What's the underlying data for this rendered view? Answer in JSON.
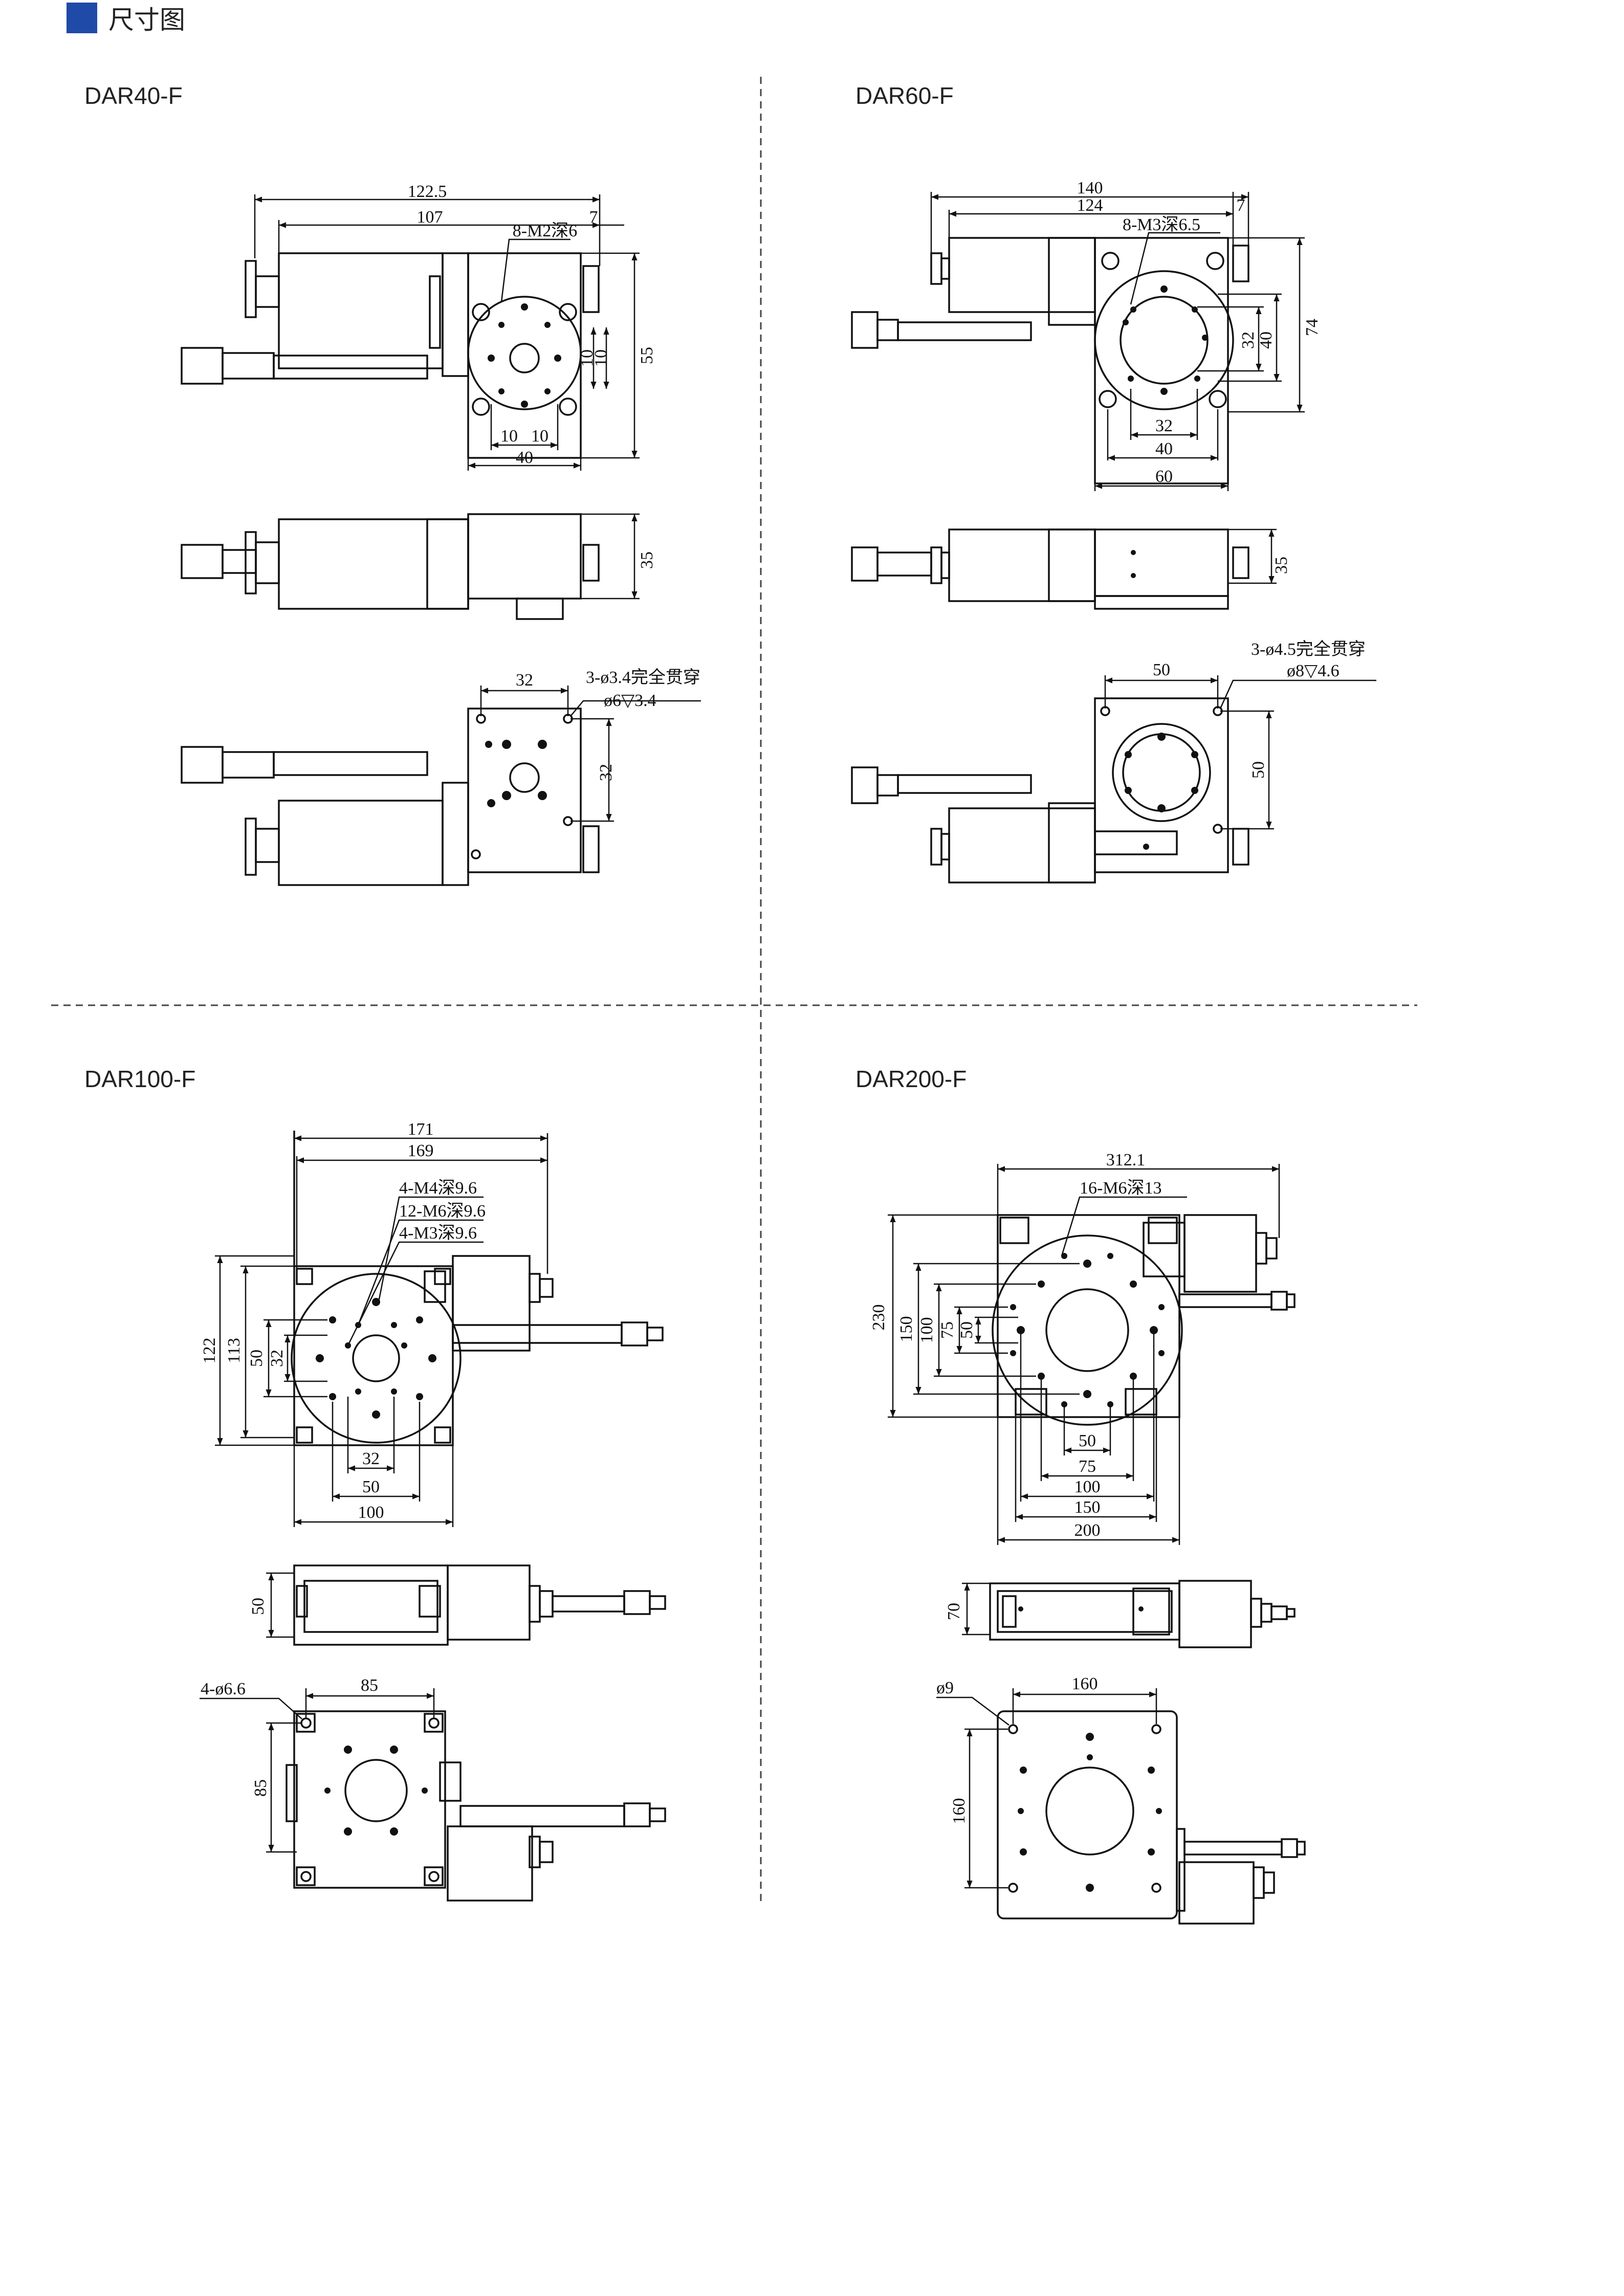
{
  "header": {
    "title": "尺寸图",
    "accent": "#1f4aa8"
  },
  "models": {
    "dar40": {
      "name": "DAR40-F",
      "top": {
        "d1": "122.5",
        "d2": "107",
        "d3": "7",
        "hole": "8-M2深6",
        "h1": "55",
        "h2a": "10",
        "h2b": "10",
        "w1": "10",
        "w2": "10",
        "w3": "40"
      },
      "side": {
        "h": "35"
      },
      "bottom": {
        "w": "32",
        "h": "32",
        "hole1": "3-ø3.4完全贯穿",
        "hole2": "ø6▽3.4"
      }
    },
    "dar60": {
      "name": "DAR60-F",
      "top": {
        "d1": "140",
        "d2": "124",
        "d3": "7",
        "hole": "8-M3深6.5",
        "h1": "74",
        "h2": "40",
        "h3": "32",
        "w1": "32",
        "w2": "40",
        "w3": "60"
      },
      "side": {
        "h": "35"
      },
      "bottom": {
        "w": "50",
        "h": "50",
        "hole1": "3-ø4.5完全贯穿",
        "hole2": "ø8▽4.6"
      }
    },
    "dar100": {
      "name": "DAR100-F",
      "top": {
        "d1": "171",
        "d2": "169",
        "hole1": "4-M4深9.6",
        "hole2": "12-M6深9.6",
        "hole3": "4-M3深9.6",
        "h1": "122",
        "h2": "113",
        "h3": "50",
        "h4": "32",
        "w1": "32",
        "w2": "50",
        "w3": "100"
      },
      "side": {
        "h": "50"
      },
      "bottom": {
        "w": "85",
        "h": "85",
        "hole": "4-ø6.6"
      }
    },
    "dar200": {
      "name": "DAR200-F",
      "top": {
        "d1": "312.1",
        "hole": "16-M6深13",
        "h1": "230",
        "h2": "150",
        "h3": "100",
        "h4": "75",
        "h5": "50",
        "w1": "50",
        "w2": "75",
        "w3": "100",
        "w4": "150",
        "w5": "200"
      },
      "side": {
        "h": "70"
      },
      "bottom": {
        "w": "160",
        "h": "160",
        "hole": "ø9"
      }
    }
  }
}
